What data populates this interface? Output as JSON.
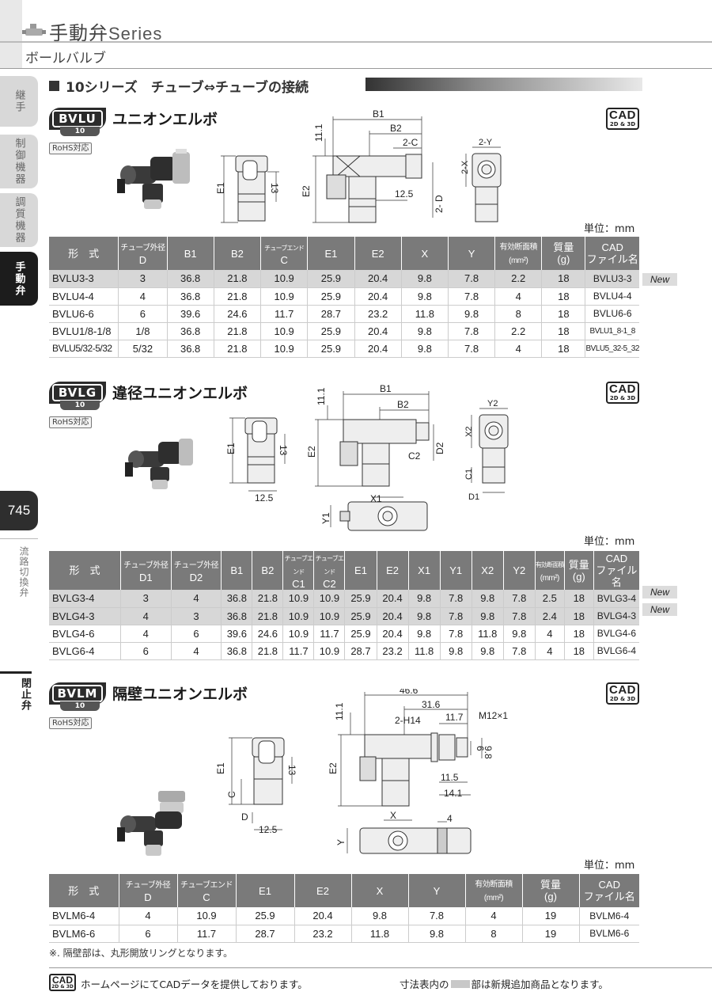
{
  "header": {
    "title_ja": "手動弁",
    "title_en": "Series",
    "subtitle": "ボールバルブ"
  },
  "sidebar": {
    "tabs": [
      {
        "label": "継手"
      },
      {
        "label": "制御機器"
      },
      {
        "label": "調質機器"
      },
      {
        "label": "手動弁"
      }
    ],
    "page_number": "745",
    "side_label_1": "流路切換弁",
    "side_label_2": "閉止弁"
  },
  "section": {
    "title": "10シリーズ　チューブ⇔チューブの接続"
  },
  "products": [
    {
      "badge": "BVLU",
      "badge_size": "10",
      "rohs": "RoHS対応",
      "title": "ユニオンエルボ",
      "cad": "CAD",
      "cad_sub": "2D & 3D",
      "unit": "単位：mm",
      "dims": {
        "b1": "B1",
        "b2": "B2",
        "c": "2-C",
        "d": "2- D",
        "dim_11_1": "11.1",
        "dim_12_5": "12.5",
        "dim_13": "13",
        "e1": "E1",
        "e2": "E2",
        "x": "2-X",
        "y": "2-Y"
      },
      "table": {
        "headers": [
          "形　式",
          "チューブ外径",
          "D",
          "B1",
          "B2",
          "チューブエンド",
          "C",
          "E1",
          "E2",
          "X",
          "Y",
          "有効断面積",
          "(mm²)",
          "質量",
          "(g)",
          "CAD",
          "ファイル名"
        ],
        "rows": [
          {
            "model": "BVLU3-3",
            "d": "3",
            "b1": "36.8",
            "b2": "21.8",
            "c": "10.9",
            "e1": "25.9",
            "e2": "20.4",
            "x": "9.8",
            "y": "7.8",
            "area": "2.2",
            "mass": "18",
            "cad": "BVLU3-3",
            "new": "New"
          },
          {
            "model": "BVLU4-4",
            "d": "4",
            "b1": "36.8",
            "b2": "21.8",
            "c": "10.9",
            "e1": "25.9",
            "e2": "20.4",
            "x": "9.8",
            "y": "7.8",
            "area": "4",
            "mass": "18",
            "cad": "BVLU4-4"
          },
          {
            "model": "BVLU6-6",
            "d": "6",
            "b1": "39.6",
            "b2": "24.6",
            "c": "11.7",
            "e1": "28.7",
            "e2": "23.2",
            "x": "11.8",
            "y": "9.8",
            "area": "8",
            "mass": "18",
            "cad": "BVLU6-6"
          },
          {
            "model": "BVLU1/8-1/8",
            "d": "1/8",
            "b1": "36.8",
            "b2": "21.8",
            "c": "10.9",
            "e1": "25.9",
            "e2": "20.4",
            "x": "9.8",
            "y": "7.8",
            "area": "2.2",
            "mass": "18",
            "cad": "BVLU1_8-1_8"
          },
          {
            "model": "BVLU5/32-5/32",
            "d": "5/32",
            "b1": "36.8",
            "b2": "21.8",
            "c": "10.9",
            "e1": "25.9",
            "e2": "20.4",
            "x": "9.8",
            "y": "7.8",
            "area": "4",
            "mass": "18",
            "cad": "BVLU5_32-5_32"
          }
        ]
      }
    },
    {
      "badge": "BVLG",
      "badge_size": "10",
      "rohs": "RoHS対応",
      "title": "違径ユニオンエルボ",
      "cad": "CAD",
      "cad_sub": "2D & 3D",
      "unit": "単位：mm",
      "dims": {
        "b1": "B1",
        "b2": "B2",
        "c2": "C2",
        "d2": "D2",
        "dim_11_1": "11.1",
        "dim_12_5": "12.5",
        "dim_13": "13",
        "e1": "E1",
        "e2": "E2",
        "x1": "X1",
        "y1": "Y1",
        "x2": "X2",
        "y2": "Y2",
        "c1": "C1",
        "d1": "D1"
      },
      "table": {
        "headers": [
          "形　式",
          "チューブ外径",
          "D1",
          "チューブ外径",
          "D2",
          "B1",
          "B2",
          "チューブエンド",
          "C1",
          "チューブエンド",
          "C2",
          "E1",
          "E2",
          "X1",
          "Y1",
          "X2",
          "Y2",
          "有効断面積",
          "(mm²)",
          "質量",
          "(g)",
          "CAD",
          "ファイル名"
        ],
        "rows": [
          {
            "model": "BVLG3-4",
            "d1": "3",
            "d2": "4",
            "b1": "36.8",
            "b2": "21.8",
            "c1": "10.9",
            "c2": "10.9",
            "e1": "25.9",
            "e2": "20.4",
            "x1": "9.8",
            "y1": "7.8",
            "x2": "9.8",
            "y2": "7.8",
            "area": "2.5",
            "mass": "18",
            "cad": "BVLG3-4",
            "new": "New"
          },
          {
            "model": "BVLG4-3",
            "d1": "4",
            "d2": "3",
            "b1": "36.8",
            "b2": "21.8",
            "c1": "10.9",
            "c2": "10.9",
            "e1": "25.9",
            "e2": "20.4",
            "x1": "9.8",
            "y1": "7.8",
            "x2": "9.8",
            "y2": "7.8",
            "area": "2.4",
            "mass": "18",
            "cad": "BVLG4-3",
            "new": "New"
          },
          {
            "model": "BVLG4-6",
            "d1": "4",
            "d2": "6",
            "b1": "39.6",
            "b2": "24.6",
            "c1": "10.9",
            "c2": "11.7",
            "e1": "25.9",
            "e2": "20.4",
            "x1": "9.8",
            "y1": "7.8",
            "x2": "11.8",
            "y2": "9.8",
            "area": "4",
            "mass": "18",
            "cad": "BVLG4-6"
          },
          {
            "model": "BVLG6-4",
            "d1": "6",
            "d2": "4",
            "b1": "36.8",
            "b2": "21.8",
            "c1": "11.7",
            "c2": "10.9",
            "e1": "28.7",
            "e2": "23.2",
            "x1": "11.8",
            "y1": "9.8",
            "x2": "9.8",
            "y2": "7.8",
            "area": "4",
            "mass": "18",
            "cad": "BVLG6-4"
          }
        ]
      }
    },
    {
      "badge": "BVLM",
      "badge_size": "10",
      "rohs": "RoHS対応",
      "title": "隔壁ユニオンエルボ",
      "cad": "CAD",
      "cad_sub": "2D & 3D",
      "unit": "単位：mm",
      "dims": {
        "dim_46_6": "46.6",
        "dim_31_6": "31.6",
        "h14": "2-H14",
        "dim_11_7": "11.7",
        "m12": "M12×1",
        "dim_11_1": "11.1",
        "dim_6": "6",
        "dim_9_8": "9.8",
        "dim_11_5": "11.5",
        "dim_14_1": "14.1",
        "dim_4": "4",
        "dim_12_5": "12.5",
        "dim_13": "13",
        "e1": "E1",
        "e2": "E2",
        "c": "C",
        "d": "D",
        "x": "X",
        "y": "Y"
      },
      "table": {
        "headers": [
          "形　式",
          "チューブ外径",
          "D",
          "チューブエンド",
          "C",
          "E1",
          "E2",
          "X",
          "Y",
          "有効断面積",
          "(mm²)",
          "質量",
          "(g)",
          "CAD",
          "ファイル名"
        ],
        "rows": [
          {
            "model": "BVLM6-4",
            "d": "4",
            "c": "10.9",
            "e1": "25.9",
            "e2": "20.4",
            "x": "9.8",
            "y": "7.8",
            "area": "4",
            "mass": "19",
            "cad": "BVLM6-4"
          },
          {
            "model": "BVLM6-6",
            "d": "6",
            "c": "11.7",
            "e1": "28.7",
            "e2": "23.2",
            "x": "11.8",
            "y": "9.8",
            "area": "8",
            "mass": "19",
            "cad": "BVLM6-6"
          }
        ]
      }
    }
  ],
  "note": "※. 隔壁部は、丸形開放リングとなります。",
  "footer": {
    "cad": "CAD",
    "cad_sub": "2D & 3D",
    "left_text": "ホームページにてCADデータを提供しております。",
    "right_text_a": "寸法表内の",
    "right_text_b": "部は新規追加商品となります。"
  },
  "colors": {
    "header_bg": "#7a7a7a",
    "new_row_bg": "#d7d7d7",
    "active_tab": "#1c1c1c"
  }
}
